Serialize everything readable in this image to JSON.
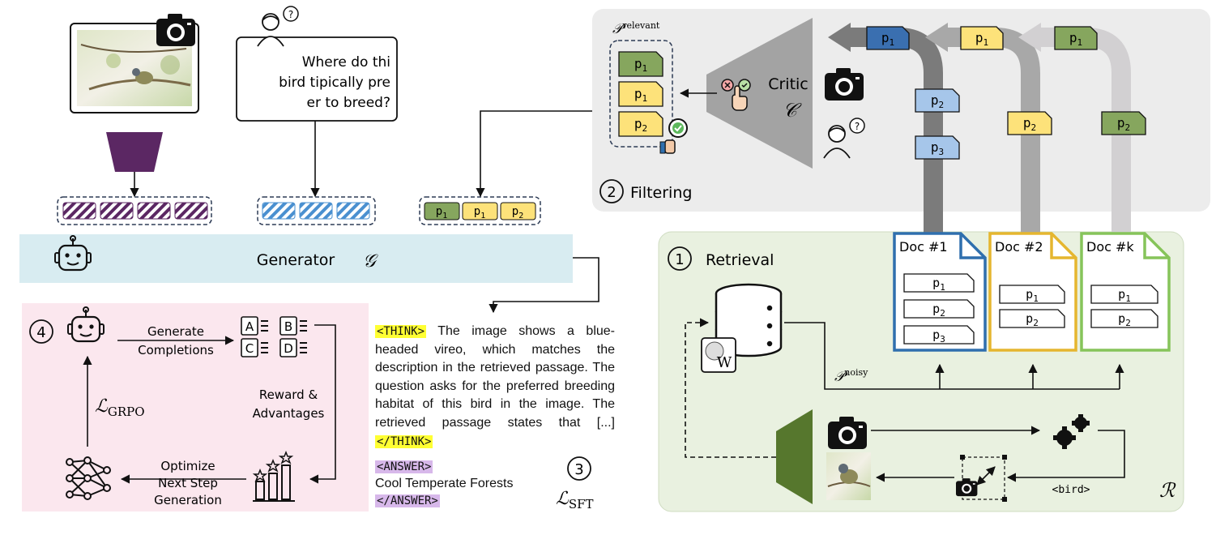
{
  "question": "Where do this bird tipically prefer to breed?",
  "generator": {
    "label": "Generator"
  },
  "filtering": {
    "number": "2",
    "label": "Filtering"
  },
  "retrieval": {
    "number": "1",
    "label": "Retrieval"
  },
  "critic": {
    "label": "Critic"
  },
  "grpo": {
    "number": "4",
    "generate": [
      "Generate",
      "Completions"
    ],
    "reward": [
      "Reward &",
      "Advantages"
    ],
    "optimize": [
      "Optimize",
      "Next Step",
      "Generation"
    ],
    "options": [
      "A",
      "B",
      "C",
      "D"
    ]
  },
  "sft": {
    "number": "3"
  },
  "think": {
    "open_tag": "<THINK>",
    "text": "The image shows a blue-headed vireo, which matches the description in the retrieved passage. The question asks for the preferred breeding habitat of this bird in the image. The retrieved passage states that [...]",
    "close_tag": "</THINK>"
  },
  "answer": {
    "open_tag": "<ANSWER>",
    "text": "Cool Temperate Forests",
    "close_tag": "</ANSWER>"
  },
  "docs": [
    {
      "label": "Doc #1",
      "passages": [
        "p1",
        "p2",
        "p3"
      ],
      "color": "#2f6fae"
    },
    {
      "label": "Doc #2",
      "passages": [
        "p1",
        "p2"
      ],
      "color": "#e5b62f"
    },
    {
      "label": "Doc #k",
      "passages": [
        "p1",
        "p2"
      ],
      "color": "#86c45a"
    }
  ],
  "bird_tag": "<bird>",
  "wiki_letter": "W",
  "colors": {
    "green_p": "#86a65e",
    "yellow_p": "#fde27a",
    "blue_p": "#a6c6ea",
    "dark_blue_p": "#3a6fb0",
    "purple": "#5b2763",
    "green_encoder": "#56772d"
  }
}
